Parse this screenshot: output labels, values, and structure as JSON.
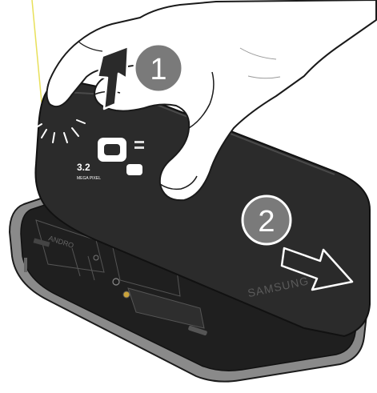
{
  "steps": [
    {
      "number": "1",
      "action": "lift",
      "arrow": "up"
    },
    {
      "number": "2",
      "action": "slide",
      "arrow": "right"
    }
  ],
  "cover": {
    "brand_text": "SAMSUNG",
    "camera_megapixel": "3.2",
    "camera_label": "MEGA PIXEL"
  },
  "phone_body": {
    "housing_text": "ANDRO"
  },
  "colors": {
    "cover": "#2b2b2b",
    "phone_frame": "#8a8a8a",
    "step_badge": "#7a7a7a",
    "arrow": "#2a2a2a",
    "indicator_line": "#e8e05a"
  },
  "icons": [
    "hand-icon",
    "arrow-up-icon",
    "arrow-right-icon",
    "pry-lines-icon"
  ]
}
